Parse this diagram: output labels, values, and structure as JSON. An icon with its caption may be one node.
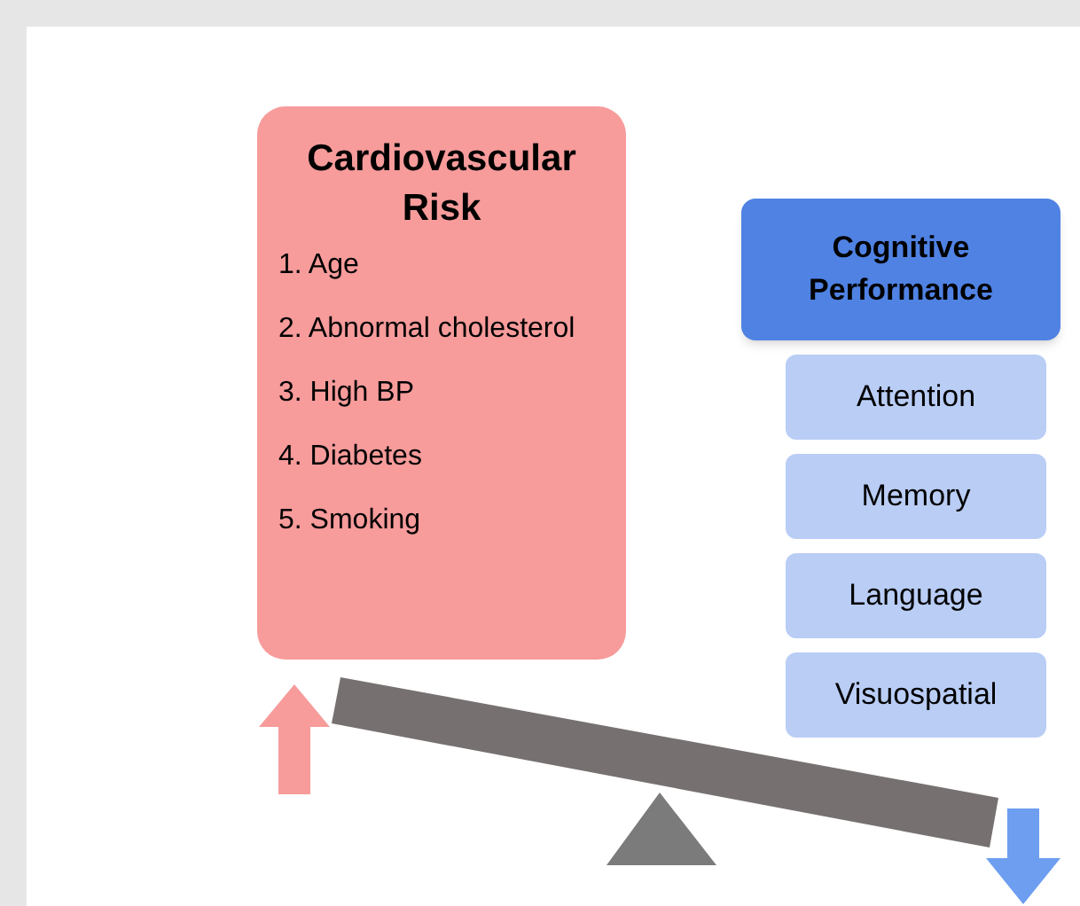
{
  "diagram": {
    "nodes": [
      {
        "text": [
          "Cardiovascular Risk",
          "1. Age",
          "2. Abnormal cholesterol",
          "3. High BP",
          "4. Diabetes",
          "5. Smoking"
        ]
      },
      {
        "text": [
          "Cognitive Performance"
        ]
      },
      {
        "text": [
          "Attention"
        ]
      },
      {
        "text": [
          "Memory"
        ]
      },
      {
        "text": [
          "Language"
        ]
      },
      {
        "text": [
          "Visuospatial"
        ]
      }
    ]
  }
}
